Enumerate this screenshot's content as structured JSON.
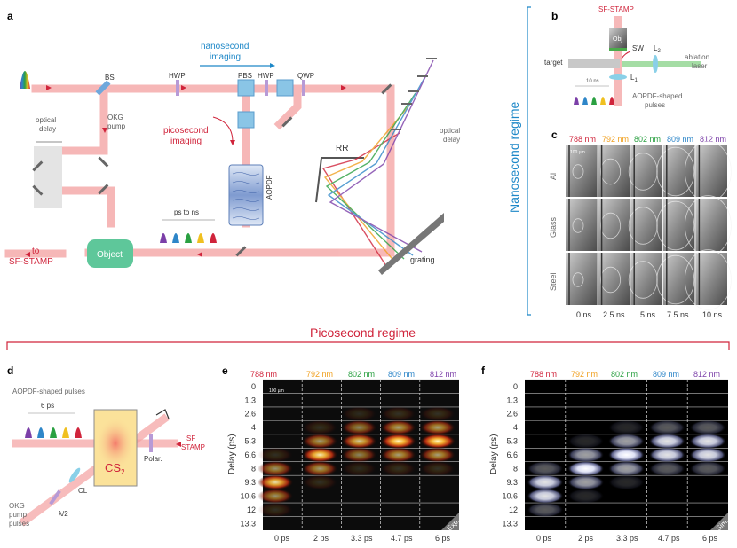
{
  "panels": {
    "a": "a",
    "b": "b",
    "c": "c",
    "d": "d",
    "e": "e",
    "f": "f"
  },
  "setup_a": {
    "bs": "BS",
    "hwp": "HWP",
    "pbs": "PBS",
    "hwp2": "HWP",
    "qwp": "QWP",
    "okg_pump_1": "OKG",
    "okg_pump_2": "pump",
    "optical_delay_1": "optical",
    "optical_delay_2": "delay",
    "ns_imaging_1": "nanosecond",
    "ns_imaging_2": "imaging",
    "ps_imaging_1": "picosecond",
    "ps_imaging_2": "imaging",
    "aopdf": "AOPDF",
    "rr": "RR",
    "grating": "grating",
    "right_delay_1": "optical",
    "right_delay_2": "delay",
    "object": "Object",
    "to_sf_1": "to",
    "to_sf_2": "SF-STAMP",
    "ps_to_ns": "ps to ns"
  },
  "panel_b": {
    "sf_stamp": "SF-STAMP",
    "obj": "Obj",
    "sw": "SW",
    "l2": "L",
    "l2_sub": "2",
    "l1": "L",
    "l1_sub": "1",
    "target": "target",
    "ablation_1": "ablation",
    "ablation_2": "laser",
    "spacing": "10 ns",
    "aopdf_1": "AOPDF-shaped",
    "aopdf_2": "pulses"
  },
  "side_label": "Nanosecond regime",
  "section_label": "Picosecond regime",
  "panel_c": {
    "wavelengths": [
      "788 nm",
      "792 nm",
      "802 nm",
      "809 nm",
      "812 nm"
    ],
    "materials": [
      "Al",
      "Glass",
      "Steel"
    ],
    "times": [
      "0 ns",
      "2.5 ns",
      "5 ns",
      "7.5 ns",
      "10 ns"
    ],
    "scale": "100 µm"
  },
  "panel_d": {
    "aopdf_label": "AOPDF-shaped pulses",
    "spacing": "6 ps",
    "cs": "CS",
    "cs_sub": "2",
    "polar": "Polar.",
    "sf_1": "SF",
    "sf_2": "STAMP",
    "cl": "CL",
    "lambda2": "λ/2",
    "okg_1": "OKG",
    "okg_2": "pump",
    "okg_3": "pulses"
  },
  "panel_e": {
    "wavelengths": [
      "788 nm",
      "792 nm",
      "802 nm",
      "809 nm",
      "812 nm"
    ],
    "delays": [
      "0",
      "1.3",
      "2.6",
      "4",
      "5.3",
      "6.6",
      "8",
      "9.3",
      "10.6",
      "12",
      "13.3"
    ],
    "times": [
      "0 ps",
      "2 ps",
      "3.3 ps",
      "4.7 ps",
      "6 ps"
    ],
    "ylabel": "Delay (ps)",
    "scale": "100 µm",
    "badge": "Exp.",
    "peak_delay_index": [
      7,
      5,
      4,
      4,
      4
    ],
    "peak_intensity": [
      0.9,
      0.95,
      0.8,
      1.0,
      1.0
    ]
  },
  "panel_f": {
    "wavelengths": [
      "788 nm",
      "792 nm",
      "802 nm",
      "809 nm",
      "812 nm"
    ],
    "delays": [
      "0",
      "1.3",
      "2.6",
      "4",
      "5.3",
      "6.6",
      "8",
      "9.3",
      "10.6",
      "12",
      "13.3"
    ],
    "times": [
      "0 ps",
      "2 ps",
      "3.3 ps",
      "4.7 ps",
      "6 ps"
    ],
    "ylabel": "Delay (ps)",
    "badge": "Sim.",
    "peak_delay_index": [
      7.5,
      6,
      5,
      4.5,
      4.5
    ]
  },
  "colors": {
    "red_label": "#d0243b",
    "blue_label": "#1e88c8",
    "beam": "#f28a8a",
    "aopdf": "#5d7fb8",
    "object": "#5ec79a",
    "wl": [
      "#d0243b",
      "#f0a020",
      "#2aa041",
      "#2e86c8",
      "#7b3fa8"
    ]
  }
}
